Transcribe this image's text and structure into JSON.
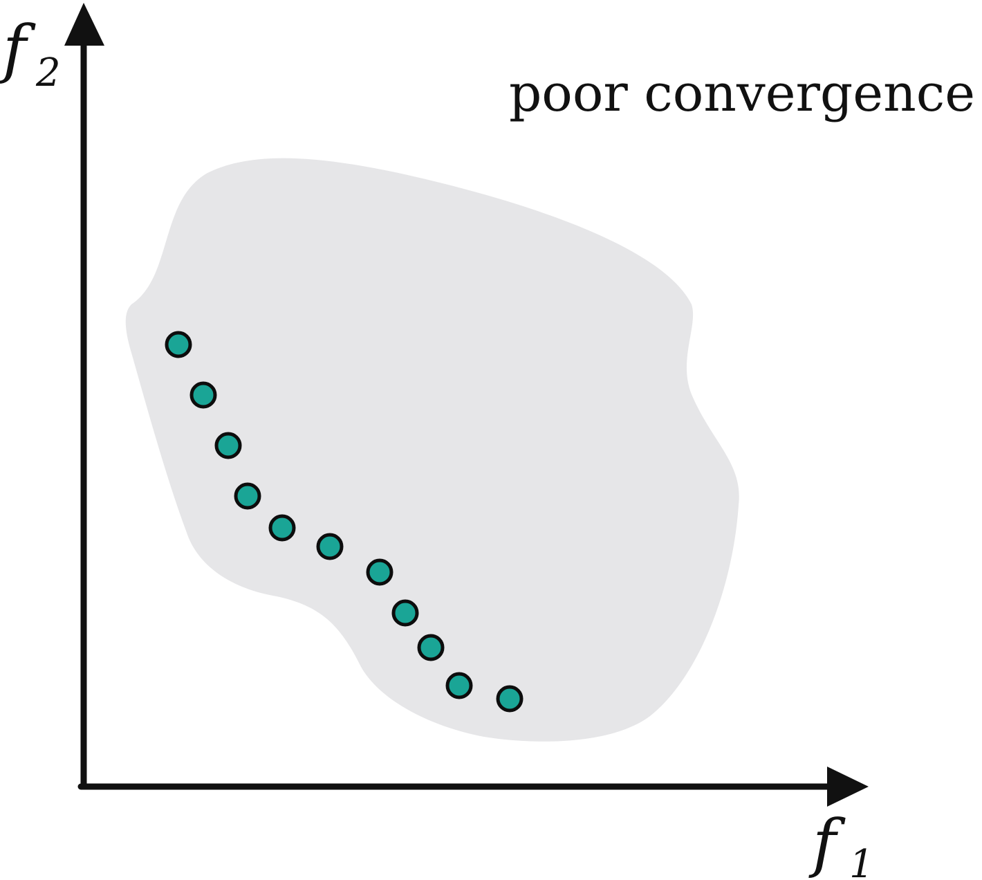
{
  "figure": {
    "caption": "poor convergence",
    "x_axis": {
      "symbol": "f",
      "subscript": "1"
    },
    "y_axis": {
      "symbol": "f",
      "subscript": "2"
    }
  },
  "colors": {
    "region_fill": "#e6e6e8",
    "point_fill": "#1aa596",
    "point_stroke": "#0d0d0d",
    "axis": "#111111"
  },
  "solutions": {
    "count": 11,
    "description_hidden": false
  }
}
